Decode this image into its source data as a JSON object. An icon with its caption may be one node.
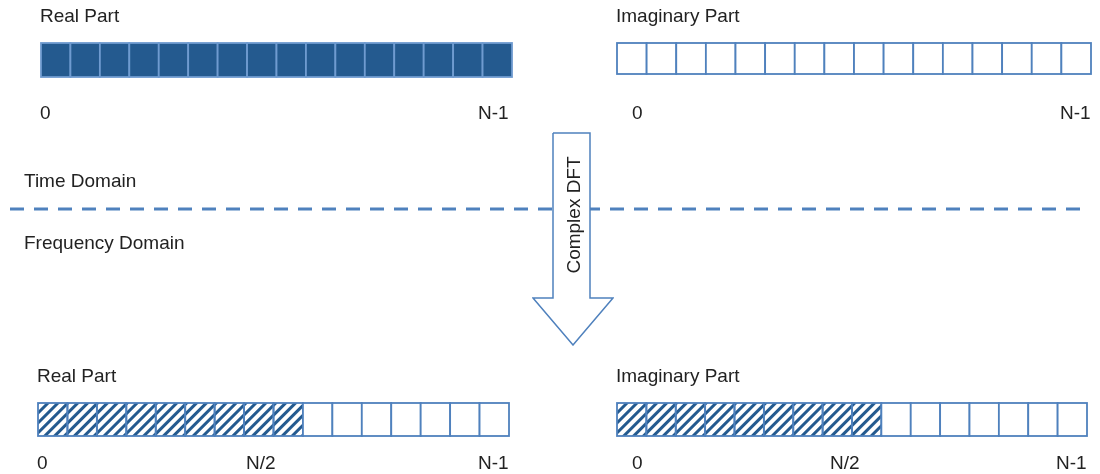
{
  "diagram": {
    "nodes": [
      {
        "text": [
          "Real Part"
        ],
        "beside": [
          "0",
          "N-1"
        ]
      },
      {
        "text": [
          "Imaginary Part"
        ],
        "beside": [
          "0",
          "N-1"
        ]
      },
      {
        "text": [
          "Complex DFT"
        ]
      },
      {
        "text": [
          "Real Part"
        ],
        "beside": [
          "0",
          "N/2",
          "N-1"
        ]
      },
      {
        "text": [
          "Imaginary Part"
        ],
        "beside": [
          "0",
          "N/2",
          "N-1"
        ]
      }
    ],
    "labels": [
      "Time Domain",
      "Frequency Domain"
    ]
  }
}
